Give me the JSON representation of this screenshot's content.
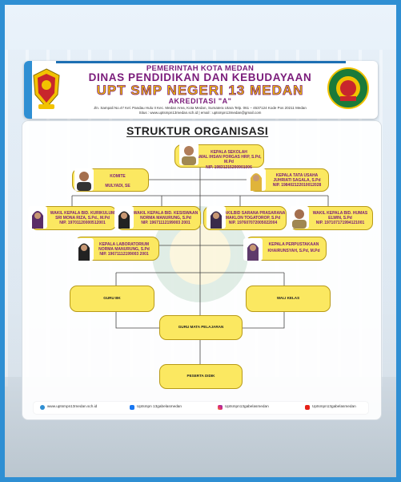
{
  "header": {
    "line1": "PEMERINTAH KOTA MEDAN",
    "line2": "DINAS PENDIDIKAN DAN KEBUDAYAAN",
    "line3": "UPT SMP NEGERI 13 MEDAN",
    "line4": "AKREDITASI \"A\"",
    "address": "Jln. Sampali No.47 Kel. Pandau Hulu II Kec. Medan Area, Kota Medan, Sumatera Utara Telp. 061 – 4537124 Kode Pos 20211 Medan",
    "contact": "Situs : www.uptsmpn13medan.sch.id | email : uptsmpn13medan@gmail.com",
    "seal_text": "UPT SMP NEGERI 13 MEDAN"
  },
  "title": "STRUKTUR ORGANISASI",
  "boxes": {
    "kepsek": {
      "role": "KEPALA SEKOLAH",
      "name": "AMAL IHSAN PORGAS HRP, S.Pd, M.Pd",
      "nip": "NIP. 19831215200901006"
    },
    "komite": {
      "role": "KOMITE",
      "name": "MULYADI, SE"
    },
    "tatausaha": {
      "role": "KEPALA TATA USAHA",
      "name": "JUHRIATI SAGALA, S.Pd",
      "nip": "NIP. 198402122010012028"
    },
    "kurikulum": {
      "role": "WAKIL KEPALA BID. KURIKULUM",
      "name": "SRI MONA RIZA, S.Pd., M.Pd",
      "nip": "NIP. 19701120000512001"
    },
    "kesiswaan": {
      "role": "WAKIL KEPALA BID. KESISWAAN",
      "name": "NORMA MANURUNG, S.Pd",
      "nip": "NIP. 19671112199003 2001"
    },
    "sarpras": {
      "role": "WAKILBID SARANA PRASARANA",
      "name": "MAKLON TOGATOROP, S.Pd",
      "nip": "NIP. 197607072005022004"
    },
    "humas": {
      "role": "WAKIL KEPALA BID. HUMAS",
      "name": "ELWIN, S.Pd",
      "nip": "NIP. 197107171994121001"
    },
    "lab": {
      "role": "KEPALA LABORATORIUM",
      "name": "NORMA MANURUNG, S.Pd",
      "nip": "NIP. 19671112199003 2001"
    },
    "perpus": {
      "role": "KEPALA PERPUSTAKAAN",
      "name": "KHAIRUNSYAH, S.Pd, M.Pd"
    },
    "gurubk": {
      "role": "GURU BK"
    },
    "walikelas": {
      "role": "WALI KELAS"
    },
    "gurumapel": {
      "role": "GURU MATA PELAJARAN"
    },
    "pesertadidik": {
      "role": "PESERTA DIDIK"
    }
  },
  "footer": {
    "website": "www.uptsmpn13medan.sch.id",
    "facebook": "Uptsmpn 13gabelasmedan",
    "instagram": "Uptsmpn13gabelasmedan",
    "youtube": "Uptsmpn13gabelasmedan"
  },
  "colors": {
    "box": "#fbe861",
    "accent": "#7a1b7a",
    "frame": "#2f8fd3"
  }
}
